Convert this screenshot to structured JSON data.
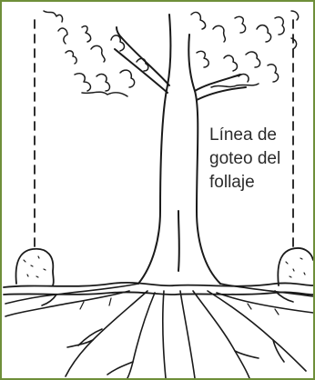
{
  "label": {
    "lines": [
      "Línea de",
      "goteo del",
      "follaje"
    ]
  },
  "colors": {
    "frame_border": "#6f8f3a",
    "ink": "#1a1a1a",
    "background": "#ffffff"
  },
  "icons": [
    "tree-trunk",
    "canopy-leaves",
    "root-system",
    "mulch-mound",
    "dripline-marker",
    "soil-line"
  ]
}
